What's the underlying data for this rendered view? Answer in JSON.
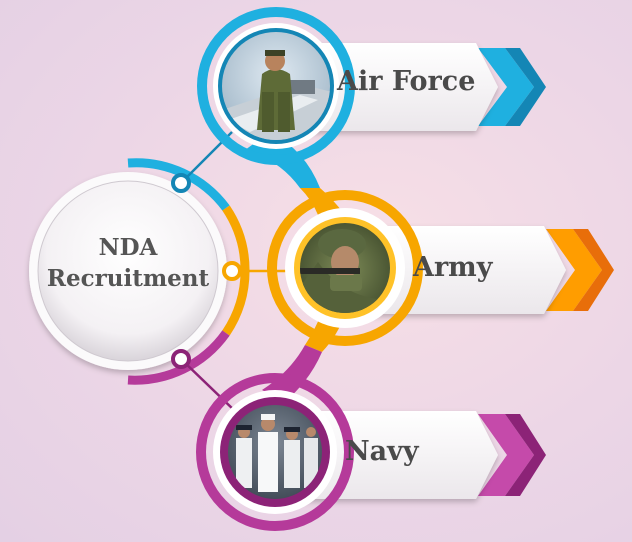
{
  "center": {
    "line1": "NDA",
    "line2": "Recruitment"
  },
  "branches": [
    {
      "label": "Air Force",
      "color": "#1fb0e0",
      "dark": "#1486b5",
      "light": "#3bc4ee",
      "photo": "air-force-officer-photo"
    },
    {
      "label": "Army",
      "color": "#f7a600",
      "dark": "#e86e0a",
      "light": "#ffc228",
      "photo": "army-soldier-photo"
    },
    {
      "label": "Navy",
      "color": "#b53a9a",
      "dark": "#8c2377",
      "light": "#d354b5",
      "photo": "navy-officers-photo"
    }
  ]
}
